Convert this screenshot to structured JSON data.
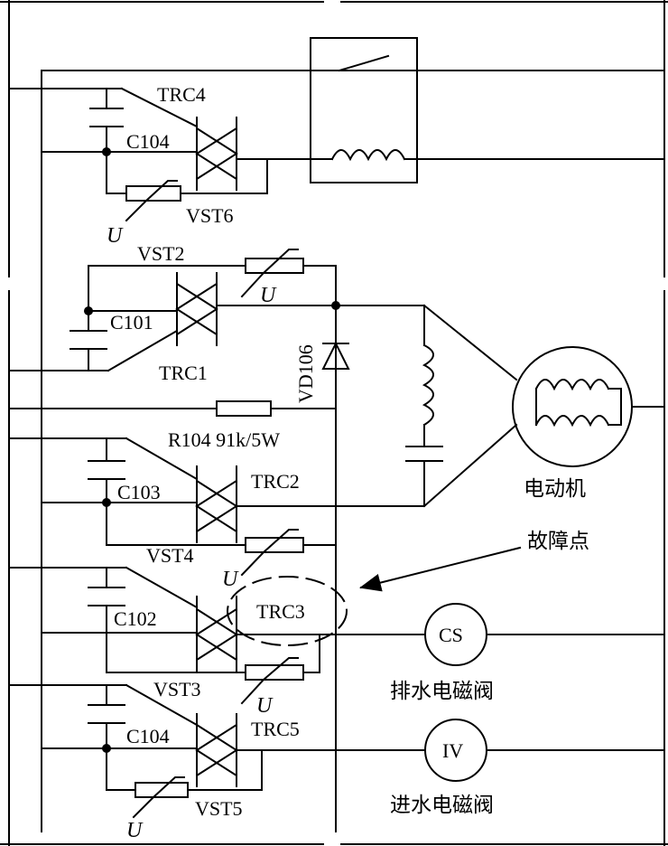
{
  "labels": {
    "trc4": "TRC4",
    "c104_top": "C104",
    "vst6": "VST6",
    "u_vst6": "U",
    "vst2": "VST2",
    "u_vst2": "U",
    "c101": "C101",
    "trc1": "TRC1",
    "vd106": "VD106",
    "r104": "R104 91k/5W",
    "c103": "C103",
    "trc2": "TRC2",
    "motor": "电动机",
    "vst4": "VST4",
    "u_vst4": "U",
    "fault": "故障点",
    "c102": "C102",
    "trc3": "TRC3",
    "cs": "CS",
    "drain_valve": "排水电磁阀",
    "vst3": "VST3",
    "u_vst3": "U",
    "c104_bottom": "C104",
    "trc5": "TRC5",
    "iv": "IV",
    "inlet_valve": "进水电磁阀",
    "vst5": "VST5",
    "u_vst5": "U"
  }
}
